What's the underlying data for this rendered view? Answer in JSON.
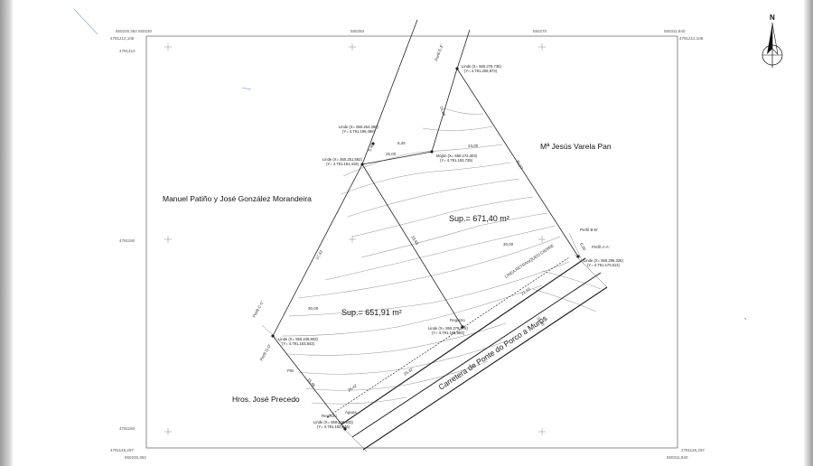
{
  "owners": {
    "north_east": "Mª Jesús Varela Pan",
    "west": "Manuel Patiño y José González Morandeira",
    "south_west": "Hros. José Precedo"
  },
  "areas": {
    "upper": "Sup.= 671,40 m²",
    "lower": "Sup.= 651,91 m²"
  },
  "road": "Carretera de Ponte do Porco a Muros",
  "retranqueo": "LINEA RETRANQUEO CIERRE",
  "profiles": {
    "aa": "Perfil A-A'",
    "bb": "Perfil B-B'",
    "cc": "Perfil C-C'",
    "dd": "Perfil D-D'",
    "ee": "Perfil E-E'"
  },
  "points": {
    "p_top": {
      "label": "Linde (X= 550.276,735)",
      "sub": "(Y= 4.791.206,973)"
    },
    "p_nl": {
      "label": "Linde (X= 550.264,360)",
      "sub": "(Y= 4.791.196,498)"
    },
    "p_mid": {
      "label": "Linde (X= 550.251,562)",
      "sub": "(Y= 4.791.191,418)"
    },
    "p_mojon": {
      "label": "Mojón (X= 550.272,303)",
      "sub": "(Y= 4.791.193,739)"
    },
    "p_aa": {
      "label": "Linde (X= 550.296,326)",
      "sub": "(Y= 4.791.170,514)"
    },
    "p_w": {
      "label": "Linde (X= 550.246,903)",
      "sub": "(Y= 4.791.163,843)"
    },
    "p_center": {
      "label": "Linde (X= 550.279,978)",
      "sub": "(Y= 4.791.155,893)"
    },
    "p_bottom": {
      "label": "Linde (X= 550.246,933)",
      "sub": "(Y= 4.791.152,846)"
    }
  },
  "marks": {
    "registro1": "Registro",
    "registro2": "Registro",
    "aguas": "Aguas",
    "pie": "PIE"
  },
  "dimensions": {
    "d1": "15,86",
    "d2": "8,45",
    "d3": "25,00",
    "d4": "23,00",
    "d5": "30,87",
    "d6": "6,00",
    "d7": "37,42",
    "d8": "30,00",
    "d9": "33,63",
    "d10": "30,00",
    "d11": "21,10",
    "d12": "31,00",
    "d13": "26,32",
    "d14": "26,42",
    "d15": "15,46",
    "d16": "5,40"
  },
  "grid": {
    "top_left": "550226,362  550230",
    "top_mid": "550250",
    "top_mid2": "550270",
    "top_right": "550311,840",
    "left_top": "4791212,108",
    "left_2": "4791210",
    "left_mid": "4791190",
    "left_low": "4791150",
    "right_top": "4791212,108",
    "bottom_left": "4791146,297",
    "bottom_left_x": "550226,362",
    "bottom_right": "4791146,297",
    "bottom_right_x": "550311,840"
  },
  "north": "N"
}
